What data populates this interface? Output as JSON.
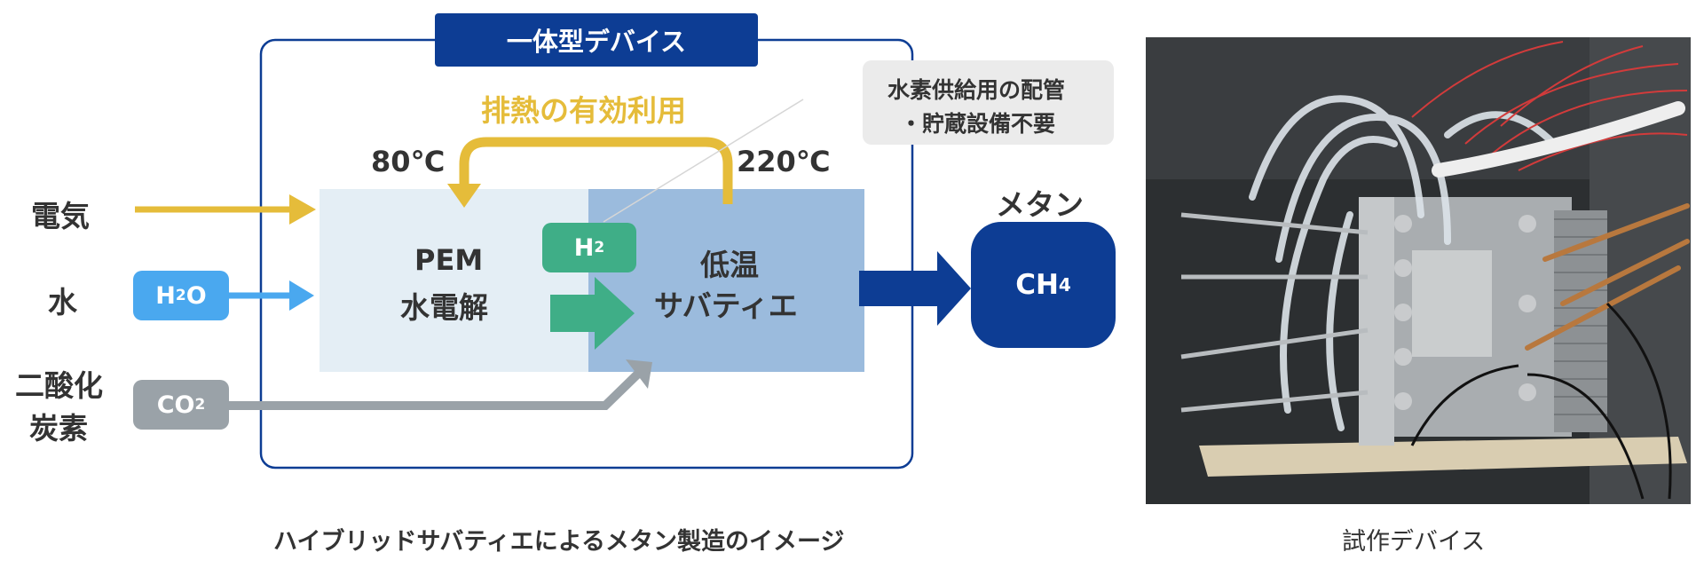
{
  "device_box": {
    "title": "一体型デバイス"
  },
  "heat": {
    "label": "排熱の有効利用",
    "temp_left": "80℃",
    "temp_right": "220℃"
  },
  "callout": {
    "line1": "水素供給用の配管",
    "line2": "・貯蔵設備不要"
  },
  "inputs": {
    "electricity": "電気",
    "water": "水",
    "water_formula": {
      "main": "H",
      "sub": "2",
      "tail": "O"
    },
    "co2_line1": "二酸化",
    "co2_line2": "炭素",
    "co2_formula": {
      "main": "CO",
      "sub": "2"
    }
  },
  "pem": {
    "line1": "PEM",
    "line2": "水電解"
  },
  "h2": {
    "main": "H",
    "sub": "2"
  },
  "sabatier": {
    "line1": "低温",
    "line2": "サバティエ"
  },
  "output": {
    "label": "メタン",
    "formula_main": "CH",
    "formula_sub": "4"
  },
  "captions": {
    "diagram": "ハイブリッドサバティエによるメタン製造のイメージ",
    "photo": "試作デバイス"
  },
  "colors": {
    "navy": "#0d3d94",
    "yellow": "#e5bc3a",
    "blue": "#4aa8ef",
    "green": "#3fae87",
    "gray": "#9aa2a8",
    "pem_bg": "#e4eef5",
    "sabatier_bg": "#9bbbdd",
    "callout_bg": "#ebebeb"
  }
}
